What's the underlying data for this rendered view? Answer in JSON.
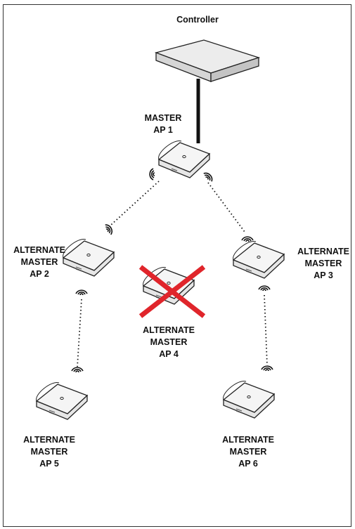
{
  "diagram": {
    "controller": {
      "label": "Controller"
    },
    "nodes": [
      {
        "id": "ap1",
        "lines": [
          "MASTER",
          "AP 1"
        ],
        "status": "active"
      },
      {
        "id": "ap2",
        "lines": [
          "ALTERNATE",
          "MASTER",
          "AP 2"
        ],
        "status": "active"
      },
      {
        "id": "ap3",
        "lines": [
          "ALTERNATE",
          "MASTER",
          "AP 3"
        ],
        "status": "active"
      },
      {
        "id": "ap4",
        "lines": [
          "ALTERNATE",
          "MASTER",
          "AP 4"
        ],
        "status": "failed"
      },
      {
        "id": "ap5",
        "lines": [
          "ALTERNATE",
          "MASTER",
          "AP 5"
        ],
        "status": "active"
      },
      {
        "id": "ap6",
        "lines": [
          "ALTERNATE",
          "MASTER",
          "AP 6"
        ],
        "status": "active"
      }
    ],
    "links": [
      {
        "from": "controller",
        "to": "ap1",
        "type": "wired"
      },
      {
        "from": "ap1",
        "to": "ap2",
        "type": "wireless"
      },
      {
        "from": "ap1",
        "to": "ap3",
        "type": "wireless"
      },
      {
        "from": "ap2",
        "to": "ap5",
        "type": "wireless"
      },
      {
        "from": "ap3",
        "to": "ap6",
        "type": "wireless"
      }
    ],
    "colors": {
      "failed_mark": "#e0252b",
      "device_fill": "#f4f4f4",
      "controller_top": "#e9e9e9",
      "outline": "#222222"
    }
  }
}
